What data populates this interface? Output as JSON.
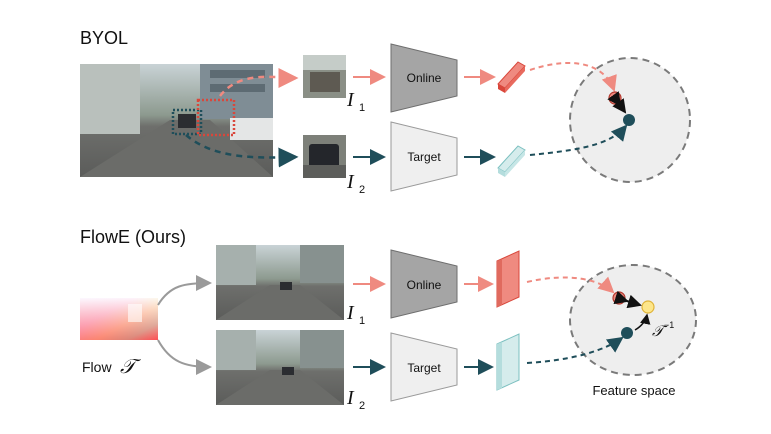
{
  "top": {
    "title": "BYOL",
    "view1_label": "I",
    "view1_sub": "1",
    "view2_label": "I",
    "view2_sub": "2",
    "online_label": "Online",
    "target_label": "Target"
  },
  "bottom": {
    "title": "FlowE (Ours)",
    "flow_label": "Flow",
    "flow_symbol": "𝒯",
    "view1_label": "I",
    "view1_sub": "1",
    "view2_label": "I",
    "view2_sub": "2",
    "online_label": "Online",
    "target_label": "Target",
    "transform_label": "𝒯",
    "transform_sup": "−1",
    "feature_space_label": "Feature space"
  },
  "colors": {
    "online": "#ef8a80",
    "online_stroke": "#d9473b",
    "target": "#d5ecec",
    "target_stroke": "#7cc0c0",
    "dark_teal": "#1f4e5a",
    "encoder_online": "#a5a5a5",
    "encoder_target": "#efefef",
    "space_fill": "#eeeeee",
    "yellow": "#fde68a"
  }
}
